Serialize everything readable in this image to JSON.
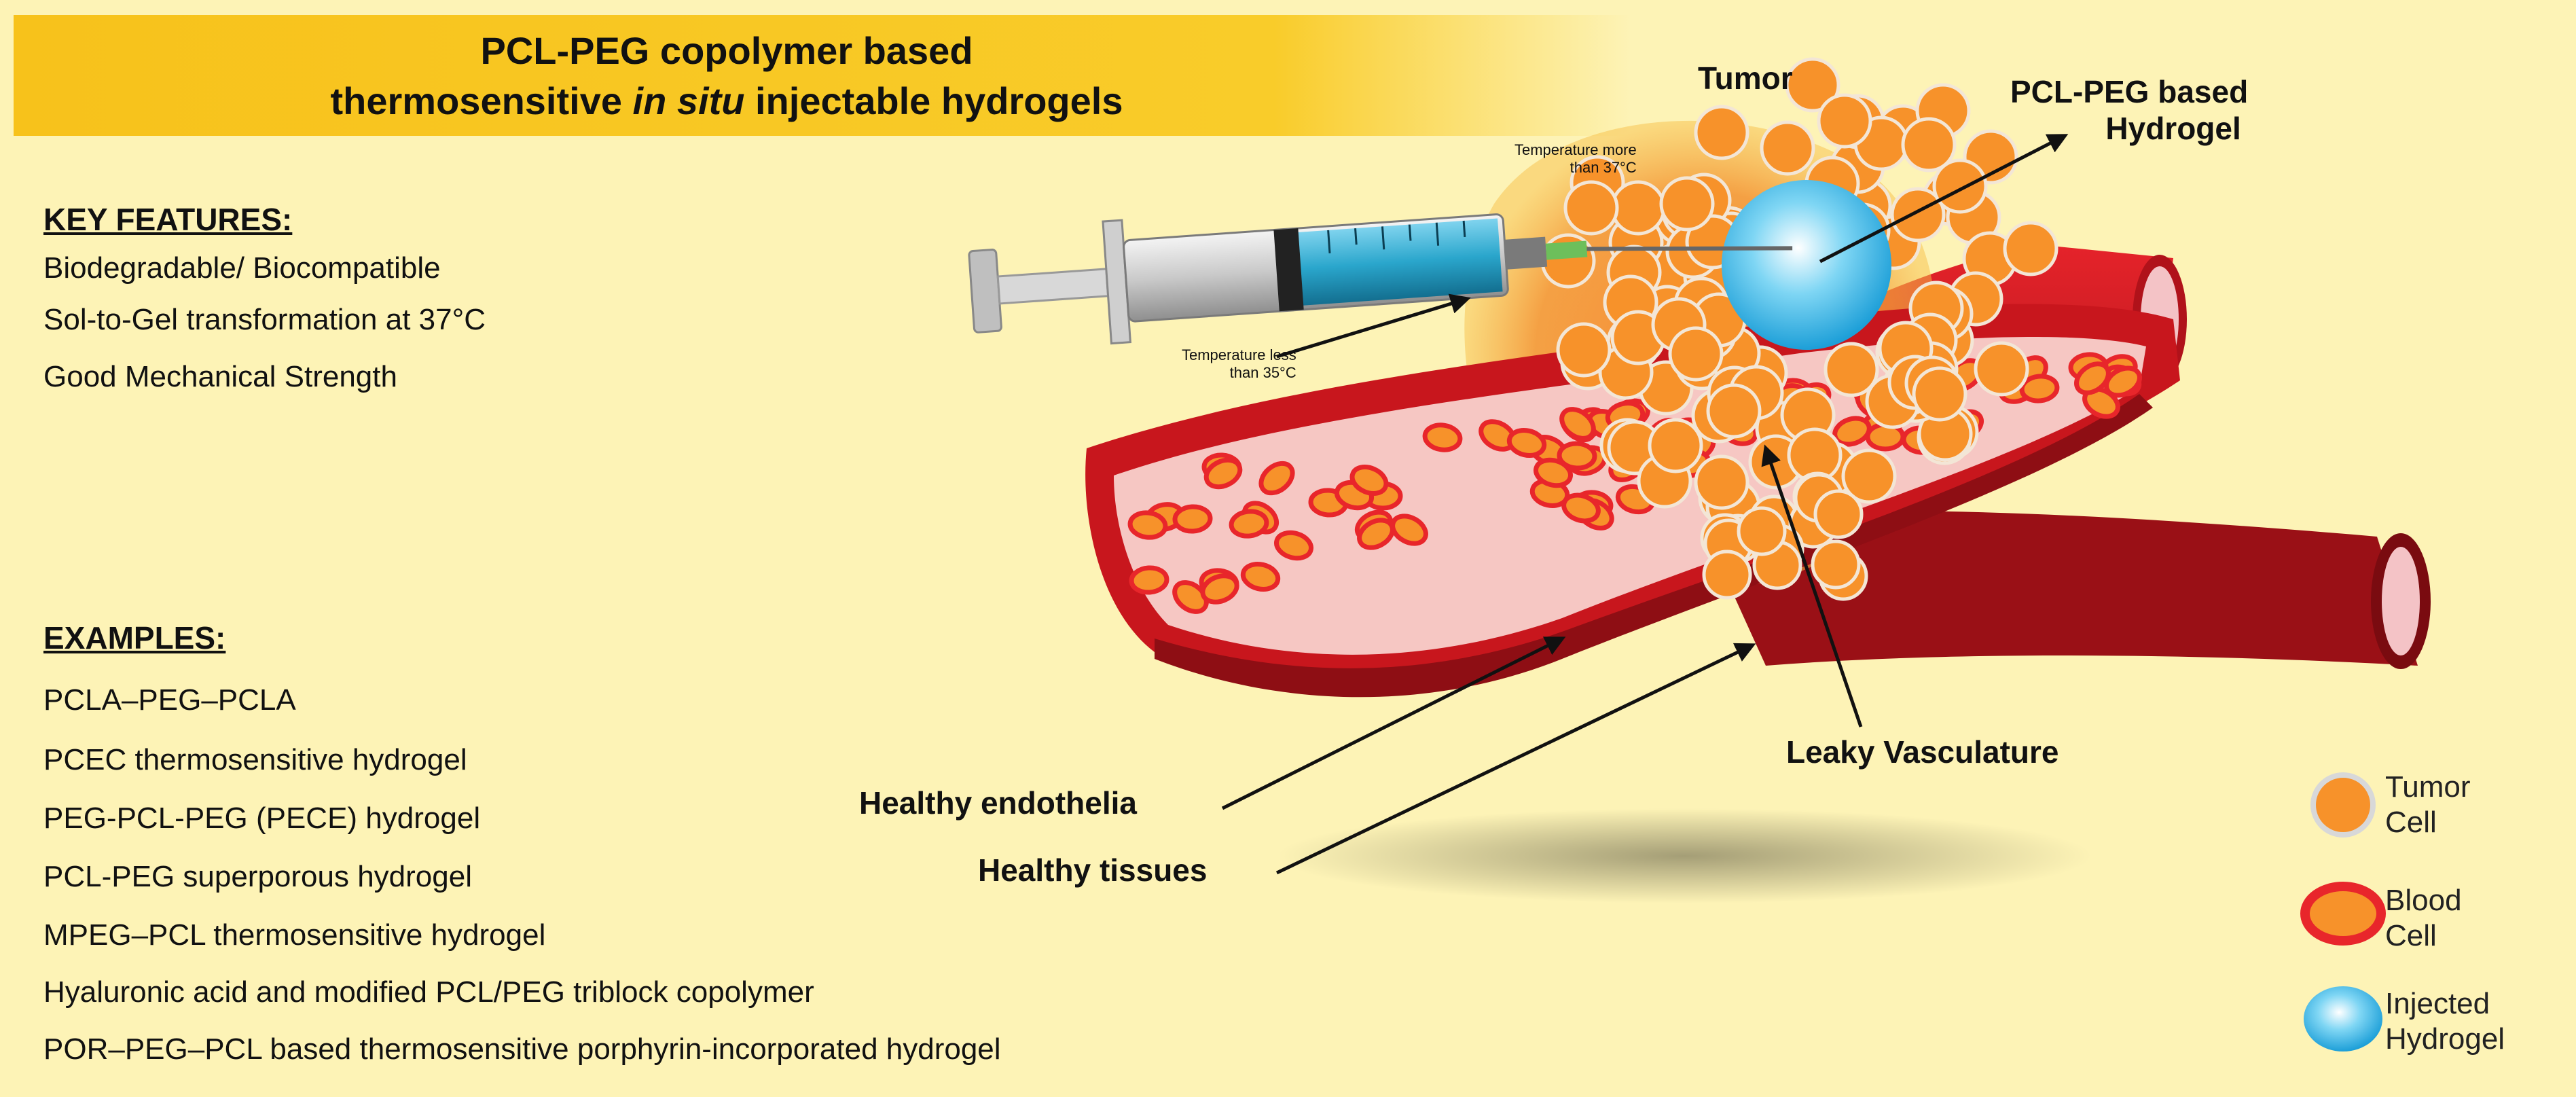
{
  "title": {
    "line1": "PCL-PEG copolymer based",
    "line2_pre": "thermosensitive ",
    "line2_italic": "in situ",
    "line2_post": " injectable hydrogels"
  },
  "key_features": {
    "heading": "KEY FEATURES:",
    "items": [
      "Biodegradable/ Biocompatible",
      "Sol-to-Gel transformation at 37°C",
      "Good Mechanical Strength"
    ]
  },
  "examples": {
    "heading": "EXAMPLES:",
    "items": [
      "PCLA–PEG–PCLA",
      "PCEC thermosensitive hydrogel",
      "PEG-PCL-PEG (PECE) hydrogel",
      "PCL-PEG superporous hydrogel",
      "MPEG–PCL thermosensitive hydrogel",
      "Hyaluronic acid and modified PCL/PEG triblock copolymer",
      "POR–PEG–PCL based thermosensitive porphyrin-incorporated hydrogel"
    ]
  },
  "diagram_labels": {
    "tumor": "Tumor",
    "hydrogel_line1": "PCL-PEG based",
    "hydrogel_line2": "Hydrogel",
    "temp_more_line1": "Temperature more",
    "temp_more_line2": "than 37°C",
    "temp_less_line1": "Temperature less",
    "temp_less_line2": "than 35°C",
    "leaky_vasculature": "Leaky Vasculature",
    "healthy_endothelia": "Healthy endothelia",
    "healthy_tissues": "Healthy tissues"
  },
  "legend": [
    {
      "line1": "Tumor",
      "line2": "Cell",
      "icon": "tumor-cell-icon"
    },
    {
      "line1": "Blood",
      "line2": "Cell",
      "icon": "blood-cell-icon"
    },
    {
      "line1": "Injected",
      "line2": "Hydrogel",
      "icon": "hydrogel-icon"
    }
  ],
  "colors": {
    "background": "#fdf3b6",
    "banner": "#f7c21b",
    "vessel": "#c8161d",
    "blood_cell": "#e8262b",
    "tumor_cell": "#f7922a",
    "hydrogel": "#3ab7e8",
    "syringe_liquid": "#2aa6cc"
  }
}
